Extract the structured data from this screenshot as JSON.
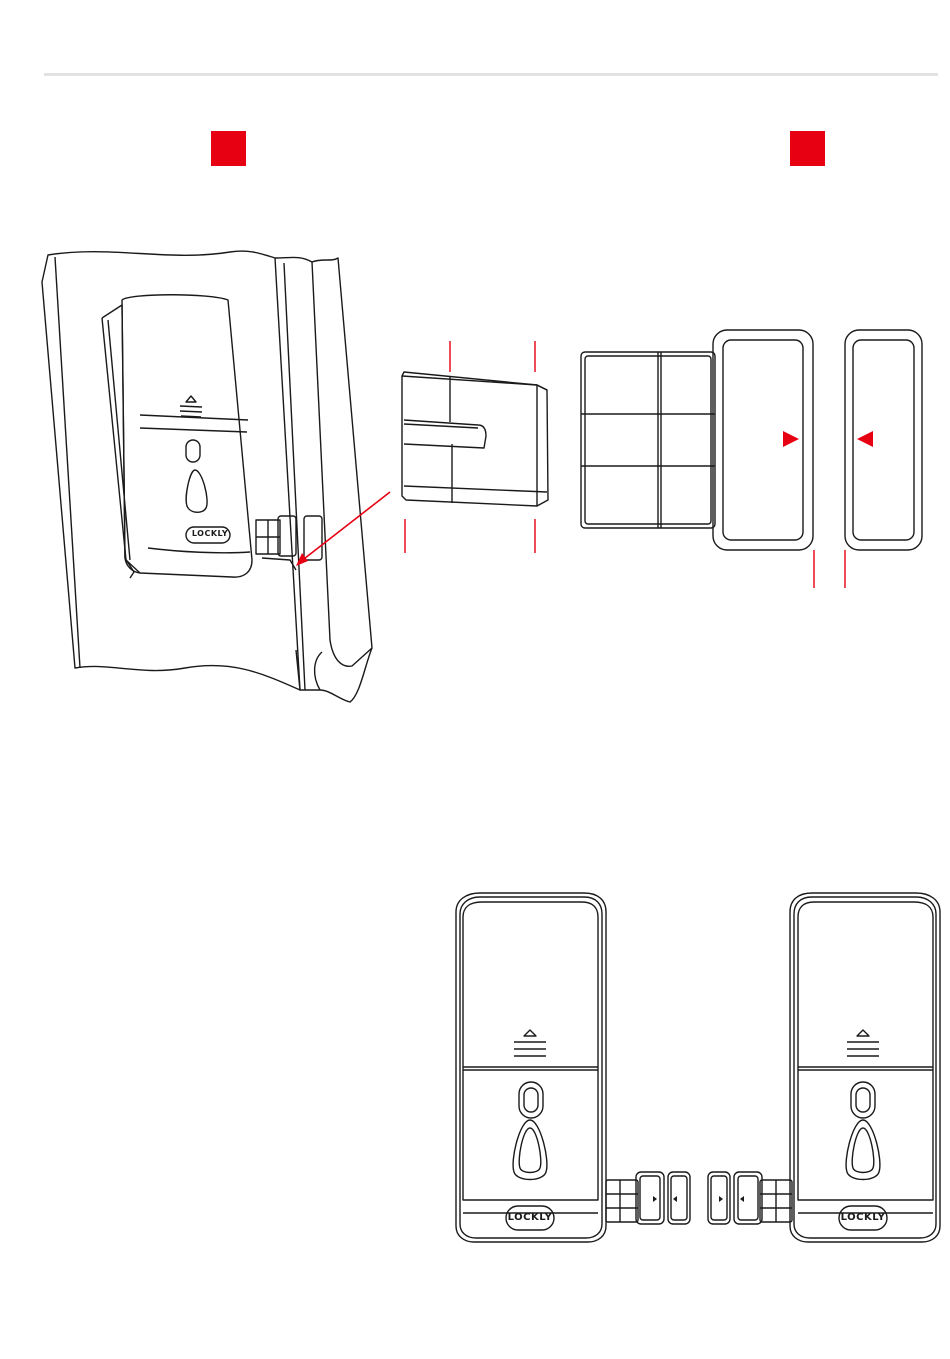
{
  "page": {
    "background": "#ffffff",
    "rule_color": "#e2e2e2",
    "accent": "#e60012",
    "line_color": "#1a1a1a"
  },
  "figure_top": {
    "lock_logo": "LOCKLY"
  },
  "figure_bottom": {
    "left_lock_logo": "LOCKLY",
    "right_lock_logo": "LOCKLY"
  }
}
